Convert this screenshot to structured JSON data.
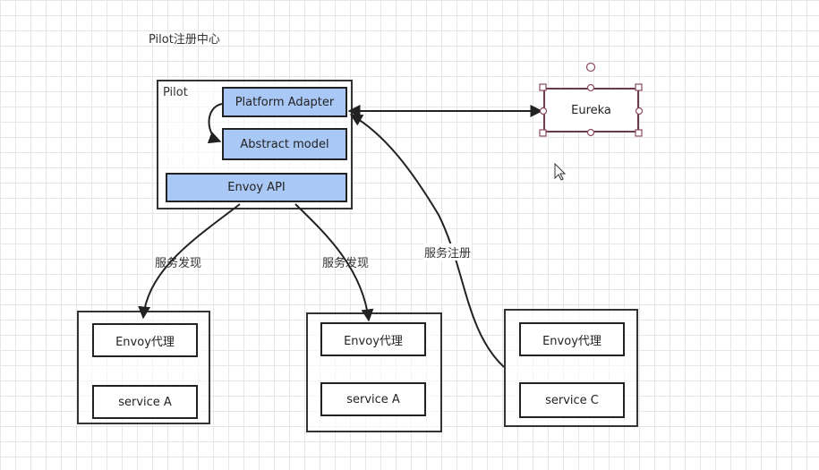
{
  "title": "Pilot注册中心",
  "pilot": {
    "label": "Pilot",
    "platform_adapter": "Platform Adapter",
    "abstract_model": "Abstract model",
    "envoy_api": "Envoy API"
  },
  "eureka": "Eureka",
  "edges": {
    "discovery_left": "服务发现",
    "discovery_mid": "服务发现",
    "register": "服务注册"
  },
  "services": [
    {
      "proxy": "Envoy代理",
      "service": "service A"
    },
    {
      "proxy": "Envoy代理",
      "service": "service A"
    },
    {
      "proxy": "Envoy代理",
      "service": "service C"
    }
  ]
}
